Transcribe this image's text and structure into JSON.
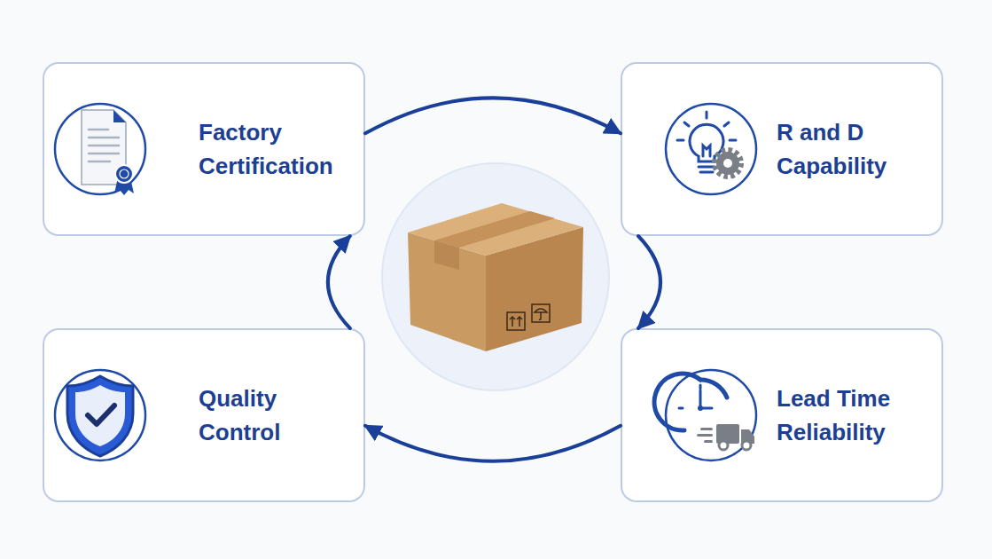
{
  "diagram": {
    "nodes": [
      {
        "text": [
          "Factory Certification"
        ]
      },
      {
        "text": [
          "R and D Capability"
        ]
      },
      {
        "text": [
          "Quality Control"
        ]
      },
      {
        "text": [
          "Lead Time Reliability"
        ]
      }
    ],
    "edges": [
      {
        "from": 0,
        "to": 1,
        "arrow": "to"
      },
      {
        "from": 1,
        "to": 3,
        "arrow": "to"
      },
      {
        "from": 3,
        "to": 2,
        "arrow": "to"
      },
      {
        "from": 2,
        "to": 0,
        "arrow": "to"
      }
    ]
  }
}
